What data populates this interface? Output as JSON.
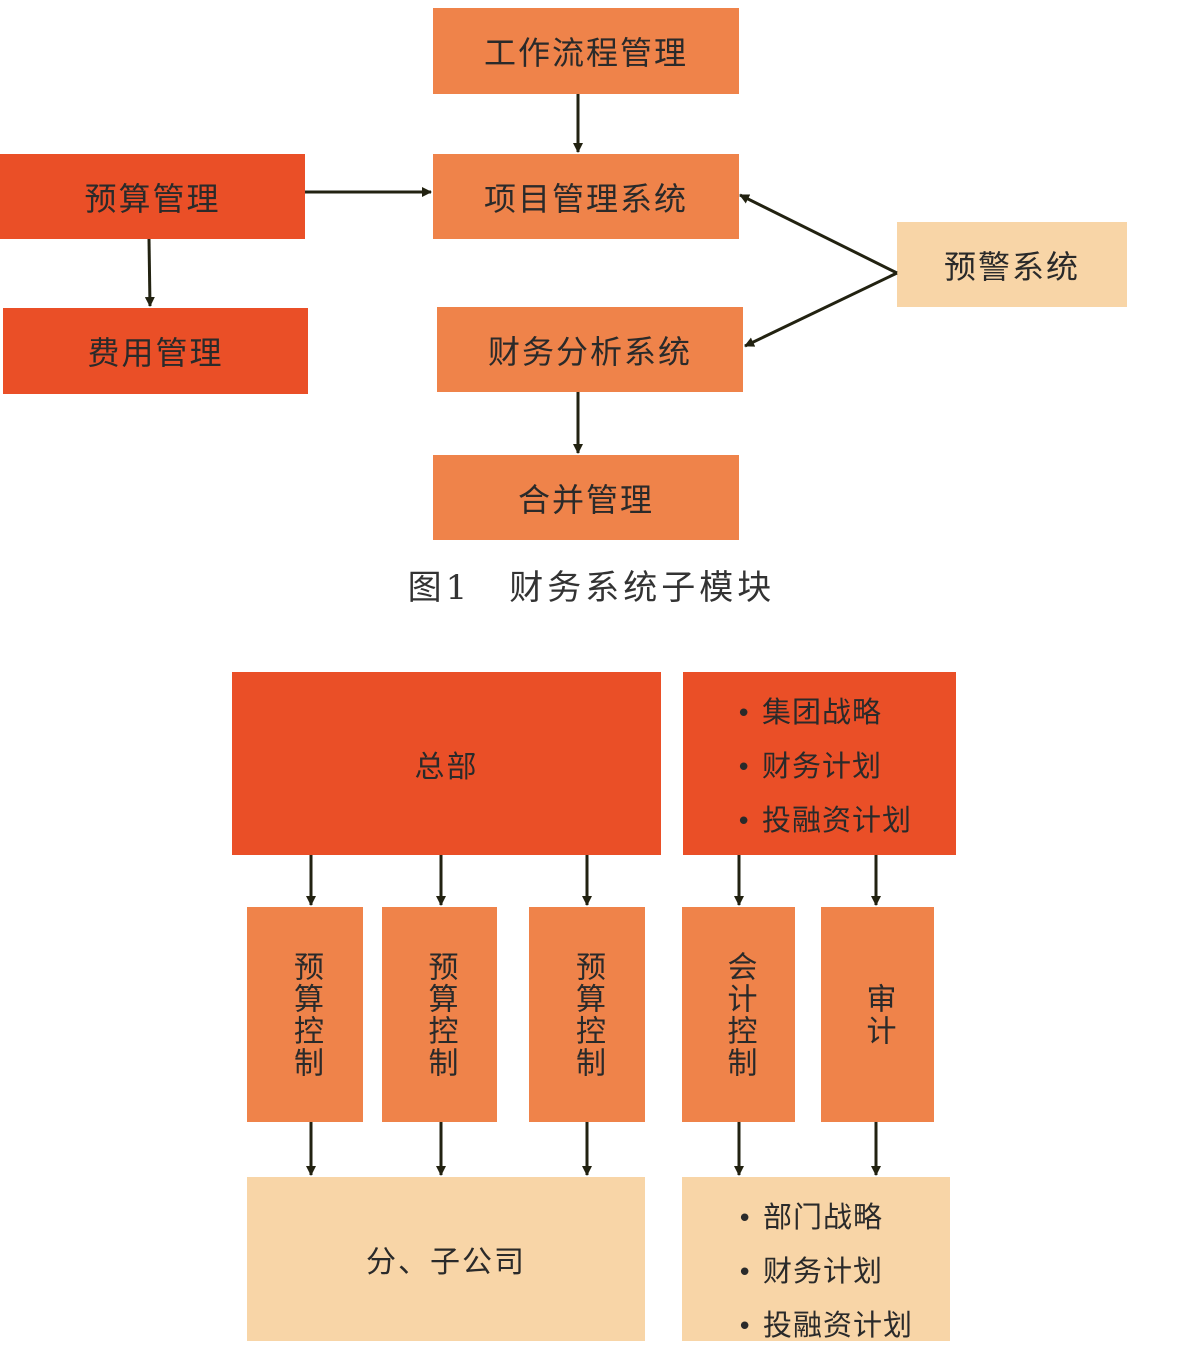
{
  "figure1": {
    "nodes": {
      "workflow": "工作流程管理",
      "project": "项目管理系统",
      "budget": "预算管理",
      "expense": "费用管理",
      "warning": "预警系统",
      "finance_analysis": "财务分析系统",
      "consolidation": "合并管理"
    },
    "caption": "图1　财务系统子模块"
  },
  "figure2": {
    "headquarters": "总部",
    "top_list": [
      "集团战略",
      "财务计划",
      "投融资计划"
    ],
    "controls": [
      "预算控制",
      "预算控制",
      "预算控制",
      "会计控制",
      "审计"
    ],
    "subsidiaries": "分、子公司",
    "bottom_list": [
      "部门战略",
      "财务计划",
      "投融资计划"
    ]
  },
  "colors": {
    "medium_orange": "#ef834a",
    "dark_orange": "#ea4f27",
    "light_peach": "#f8d5a7",
    "arrow": "#222211"
  }
}
